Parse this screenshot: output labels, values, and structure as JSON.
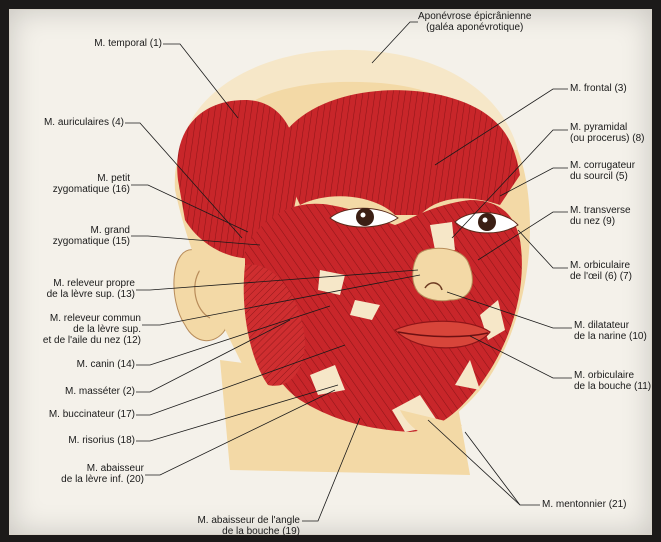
{
  "labels": {
    "aponevrose": "Aponévrose épicrânienne\n(galéa aponévrotique)",
    "temporal": "M. temporal (1)",
    "auriculaires": "M. auriculaires (4)",
    "petit_zygomatique": "M. petit\nzygomatique (16)",
    "grand_zygomatique": "M. grand\nzygomatique (15)",
    "releveur_propre": "M. releveur propre\nde la lèvre sup. (13)",
    "releveur_commun": "M. releveur commun\nde la lèvre sup.\net de l'aile du nez (12)",
    "canin": "M. canin (14)",
    "masseter": "M. masséter (2)",
    "buccinateur": "M. buccinateur (17)",
    "risorius": "M. risorius (18)",
    "abaisseur_levre": "M. abaisseur\nde la lèvre inf. (20)",
    "abaisseur_angle": "M. abaisseur de l'angle\nde la bouche (19)",
    "frontal": "M. frontal (3)",
    "pyramidal": "M. pyramidal\n(ou procerus) (8)",
    "corrugateur": "M. corrugateur\ndu sourcil (5)",
    "transverse": "M. transverse\ndu nez (9)",
    "orbiculaire_oeil": "M. orbiculaire\nde l'œil (6) (7)",
    "dilatateur": "M. dilatateur\nde la narine (10)",
    "orbiculaire_bouche": "M. orbiculaire\nde la bouche (11)",
    "mentonnier": "M. mentonnier (21)"
  },
  "colors": {
    "muscle": "#c8262a",
    "muscle_dark": "#8e1518",
    "skin": "#f3d9a6",
    "tendon": "#f6e7c8"
  }
}
